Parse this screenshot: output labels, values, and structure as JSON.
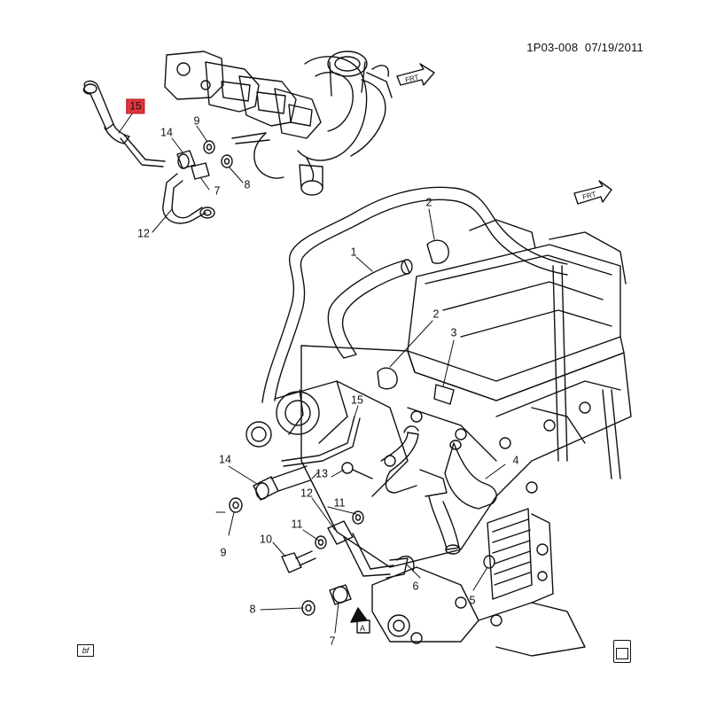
{
  "header": {
    "doc_code": "1P03-008",
    "date": "07/19/2011"
  },
  "callouts": [
    {
      "label": "15",
      "highlight": true
    },
    {
      "label": "14"
    },
    {
      "label": "9"
    },
    {
      "label": "7"
    },
    {
      "label": "8"
    },
    {
      "label": "12"
    },
    {
      "label": "2"
    },
    {
      "label": "1"
    },
    {
      "label": "2"
    },
    {
      "label": "3"
    },
    {
      "label": "15"
    },
    {
      "label": "4"
    },
    {
      "label": "14"
    },
    {
      "label": "13"
    },
    {
      "label": "12"
    },
    {
      "label": "11"
    },
    {
      "label": "9"
    },
    {
      "label": "11"
    },
    {
      "label": "10"
    },
    {
      "label": "6"
    },
    {
      "label": "5"
    },
    {
      "label": "8"
    },
    {
      "label": "7"
    }
  ],
  "front_arrows": [
    {
      "label": "FRT"
    },
    {
      "label": "FRT"
    },
    {
      "label": "A"
    }
  ],
  "footer": {
    "corner_tag": "bf"
  },
  "icons": {
    "front_arrow": "front-arrow-icon",
    "fpo": "fpo-file-icon"
  }
}
